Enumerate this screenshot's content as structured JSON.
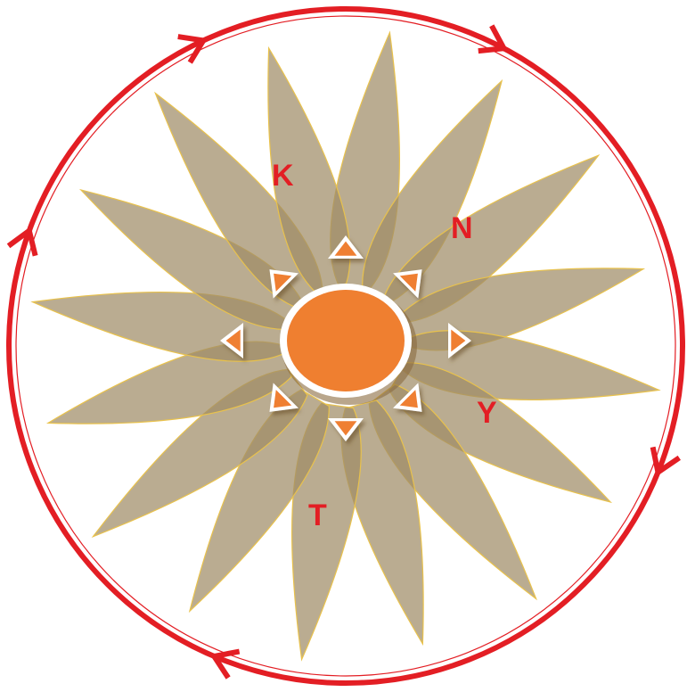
{
  "diagram": {
    "labels": {
      "k": "K",
      "n": "N",
      "y": "Y",
      "t": "T"
    },
    "colors": {
      "ring": "#e31e24",
      "ray_fill": "#a08c66",
      "ray_stroke": "#e9c24c",
      "sun_fill": "#ef7f30",
      "sun_outline": "#ffffff",
      "sun_shadow": "#8a6a40",
      "label": "#e31e24"
    },
    "icons": {
      "center": "sun-icon",
      "flow_direction": "clockwise-arrows"
    }
  }
}
